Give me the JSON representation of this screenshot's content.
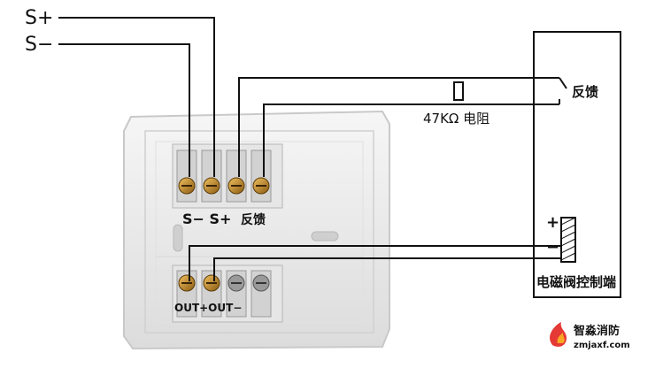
{
  "labels": {
    "s_plus": "S+",
    "s_minus": "S−",
    "feedback_right": "反馈",
    "resistor": "47KΩ 电阻",
    "terminal_s": "S− S+",
    "terminal_feedback": "反馈",
    "out": "OUT+OUT−",
    "plus": "+",
    "minus": "−",
    "valve": "电磁阀控制端"
  },
  "watermark": {
    "brand": "智淼消防",
    "url": "zmjaxf.com"
  },
  "colors": {
    "module_body": "#f1f1f1",
    "module_edge": "#d6d6d6",
    "terminal_screw": "#c88a2c",
    "wire": "#111111",
    "logo_red": "#e53935",
    "logo_orange": "#f9a825"
  }
}
